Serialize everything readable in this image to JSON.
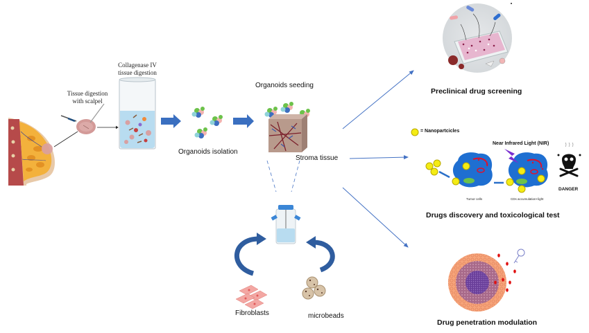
{
  "workflow": {
    "left": {
      "tissue_digestion_label": "Tissue digestion with scalpel",
      "collagenase_label": "Collagenase IV tissue digestion",
      "organoids_isolation_label": "Organoids isolation",
      "organoids_seeding_label": "Organoids seeding",
      "stroma_tissue_label": "Stroma tissue"
    },
    "bioreactor": {
      "fibroblasts_label": "Fibroblasts",
      "microbeads_label": "microbeads"
    },
    "applications": [
      {
        "title": "Preclinical drug screening"
      },
      {
        "title": "Drugs discovery and toxicological test",
        "legend_label": "= Nanopartcicles",
        "nir_label": "Near Infrared Light (NIR)",
        "tumor_cells_label": "Tumor cells",
        "accumulation_label": "CDs accumulation+light",
        "danger_label": "DANGER",
        "particle_label": "CD"
      },
      {
        "title": "Drug penetration modulation"
      }
    ]
  },
  "colors": {
    "arrow_blue": "#4472c4",
    "block_arrow": "#3a6fc0",
    "curved_arrow": "#2f5d9f",
    "tumor_blue": "#1f6fd1",
    "nanoparticle_yellow": "#f4ec14",
    "nir_purple": "#7a2fd0",
    "drug_red": "#e01010"
  }
}
